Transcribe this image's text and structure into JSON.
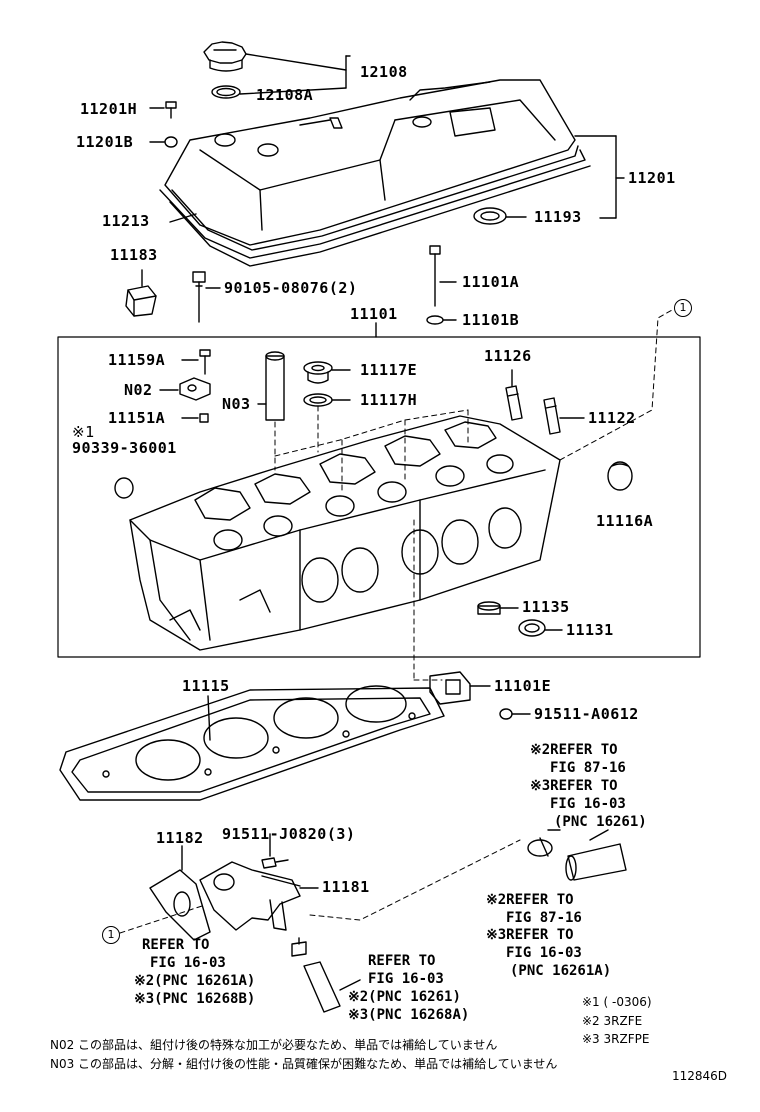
{
  "labels": {
    "p12108": "12108",
    "p12108a": "12108A",
    "p11201h": "11201H",
    "p11201b": "11201B",
    "p11201": "11201",
    "p11213": "11213",
    "p11193": "11193",
    "p11183": "11183",
    "p90105": "90105-08076(2)",
    "p11101a": "11101A",
    "p11101b": "11101B",
    "p11101": "11101",
    "p11159a": "11159A",
    "p11117e": "11117E",
    "p11126": "11126",
    "pn02": "N02",
    "pn03": "N03",
    "p11117h": "11117H",
    "p11122": "11122",
    "p11151a": "11151A",
    "p90339": "90339-36001",
    "p11116a": "11116A",
    "p11135": "11135",
    "p11131": "11131",
    "p11115": "11115",
    "p11101e": "11101E",
    "p91511a": "91511-A0612",
    "p91511j": "91511-J0820(3)",
    "p11182": "11182",
    "p11181": "11181"
  },
  "marks": {
    "ref1": "※1",
    "circle1": "1"
  },
  "refs": {
    "r1_l1": "※2REFER TO",
    "r1_l2": "FIG 87-16",
    "r1_l3": "※3REFER TO",
    "r1_l4": "FIG 16-03",
    "r1_l5": "(PNC 16261)",
    "r2_l1": "※2REFER TO",
    "r2_l2": "FIG 87-16",
    "r2_l3": "※3REFER TO",
    "r2_l4": "FIG 16-03",
    "r2_l5": "(PNC 16261A)",
    "r3_l1": "REFER TO",
    "r3_l2": "FIG 16-03",
    "r3_l3": "※2(PNC 16261A)",
    "r3_l4": "※3(PNC 16268B)",
    "r4_l1": "REFER TO",
    "r4_l2": "FIG 16-03",
    "r4_l3": "※2(PNC 16261)",
    "r4_l4": "※3(PNC 16268A)"
  },
  "legend": {
    "l1": "※1 (         -0306)",
    "l2": "※2 3RZFE",
    "l3": "※3 3RZFPE"
  },
  "notes": {
    "n02": "N02 この部品は、組付け後の特殊な加工が必要なため、単品では補給していません",
    "n03": "N03 この部品は、分解・組付け後の性能・品質確保が困難なため、単品では補給していません"
  },
  "diagram_id": "112846D"
}
